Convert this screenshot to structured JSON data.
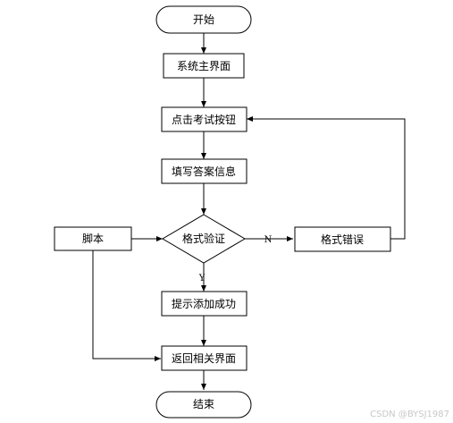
{
  "nodes": {
    "start": "开始",
    "main_ui": "系统主界面",
    "click_exam": "点击考试按钮",
    "fill_answer": "填写答案信息",
    "format_check": "格式验证",
    "format_error": "格式错误",
    "script": "脚本",
    "add_success": "提示添加成功",
    "return_page": "返回相关界面",
    "end": "结束"
  },
  "edge_labels": {
    "no": "N",
    "yes": "Y"
  },
  "watermark": "CSDN @BYSJ1987"
}
